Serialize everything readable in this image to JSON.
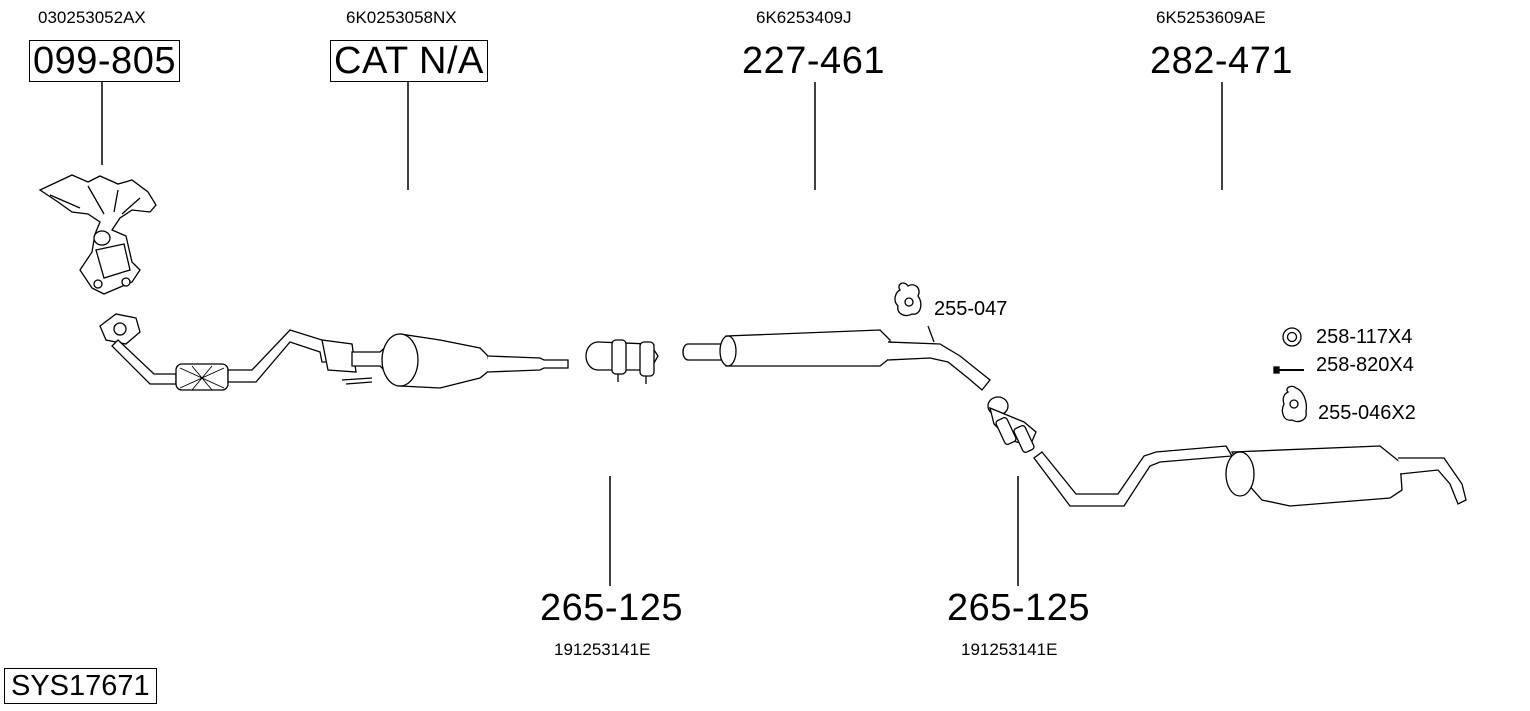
{
  "system_id": "SYS17671",
  "top_parts": [
    {
      "oem": "030253052AX",
      "part": "099-805"
    },
    {
      "oem": "6K0253058NX",
      "part": "CAT N/A"
    },
    {
      "oem": "6K6253409J",
      "part": "227-461"
    },
    {
      "oem": "6K5253609AE",
      "part": "282-471"
    }
  ],
  "bottom_parts": [
    {
      "part": "265-125",
      "oem": "191253141E"
    },
    {
      "part": "265-125",
      "oem": "191253141E"
    }
  ],
  "small_parts": [
    {
      "label": "255-047"
    },
    {
      "label": "258-117X4"
    },
    {
      "label": "258-820X4"
    },
    {
      "label": "255-046X2"
    }
  ]
}
